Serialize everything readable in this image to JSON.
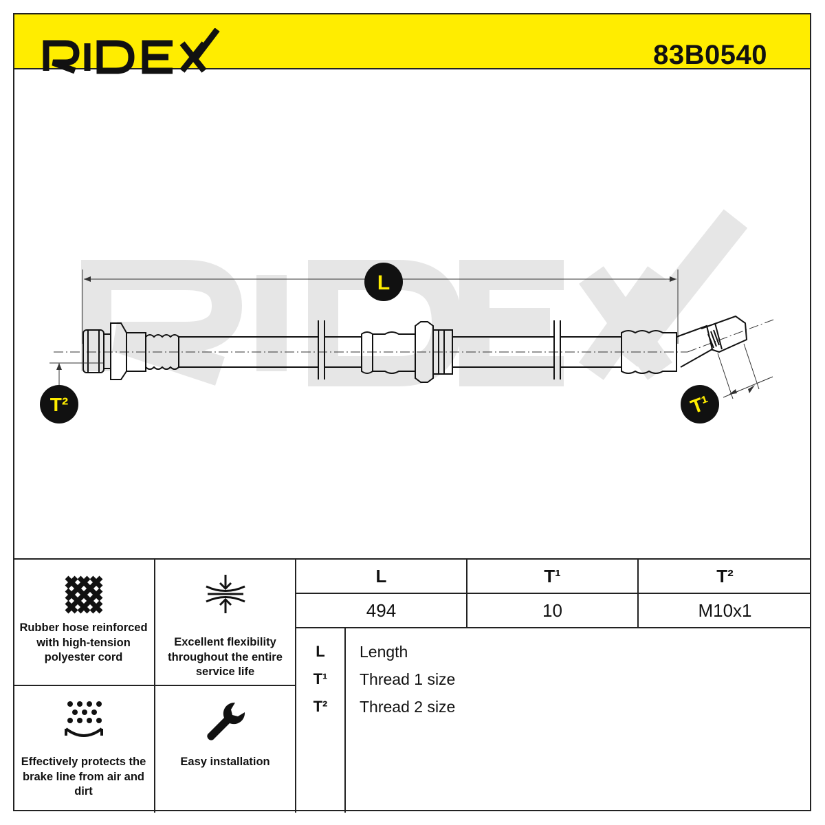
{
  "brand": {
    "name": "RIDEX",
    "watermark": "RIDEX",
    "primary_color": "#ffed00",
    "ink_color": "#111111"
  },
  "product": {
    "part_number": "83B0540"
  },
  "drawing": {
    "labels": {
      "length": "L",
      "thread1": "T¹",
      "thread2": "T²"
    }
  },
  "features": [
    {
      "icon": "mesh-icon",
      "text": "Rubber hose reinforced with high-tension polyester cord"
    },
    {
      "icon": "flexibility-icon",
      "text": "Excellent flexibility throughout the entire service life"
    },
    {
      "icon": "dirt-protection-icon",
      "text": "Effectively protects the brake line from air and dirt"
    },
    {
      "icon": "wrench-icon",
      "text": "Easy installation"
    }
  ],
  "specs": {
    "headers": [
      "L",
      "T¹",
      "T²"
    ],
    "values": [
      "494",
      "10",
      "M10x1"
    ]
  },
  "legend": [
    {
      "symbol": "L",
      "description": "Length"
    },
    {
      "symbol": "T¹",
      "description": "Thread 1 size"
    },
    {
      "symbol": "T²",
      "description": "Thread 2 size"
    }
  ]
}
